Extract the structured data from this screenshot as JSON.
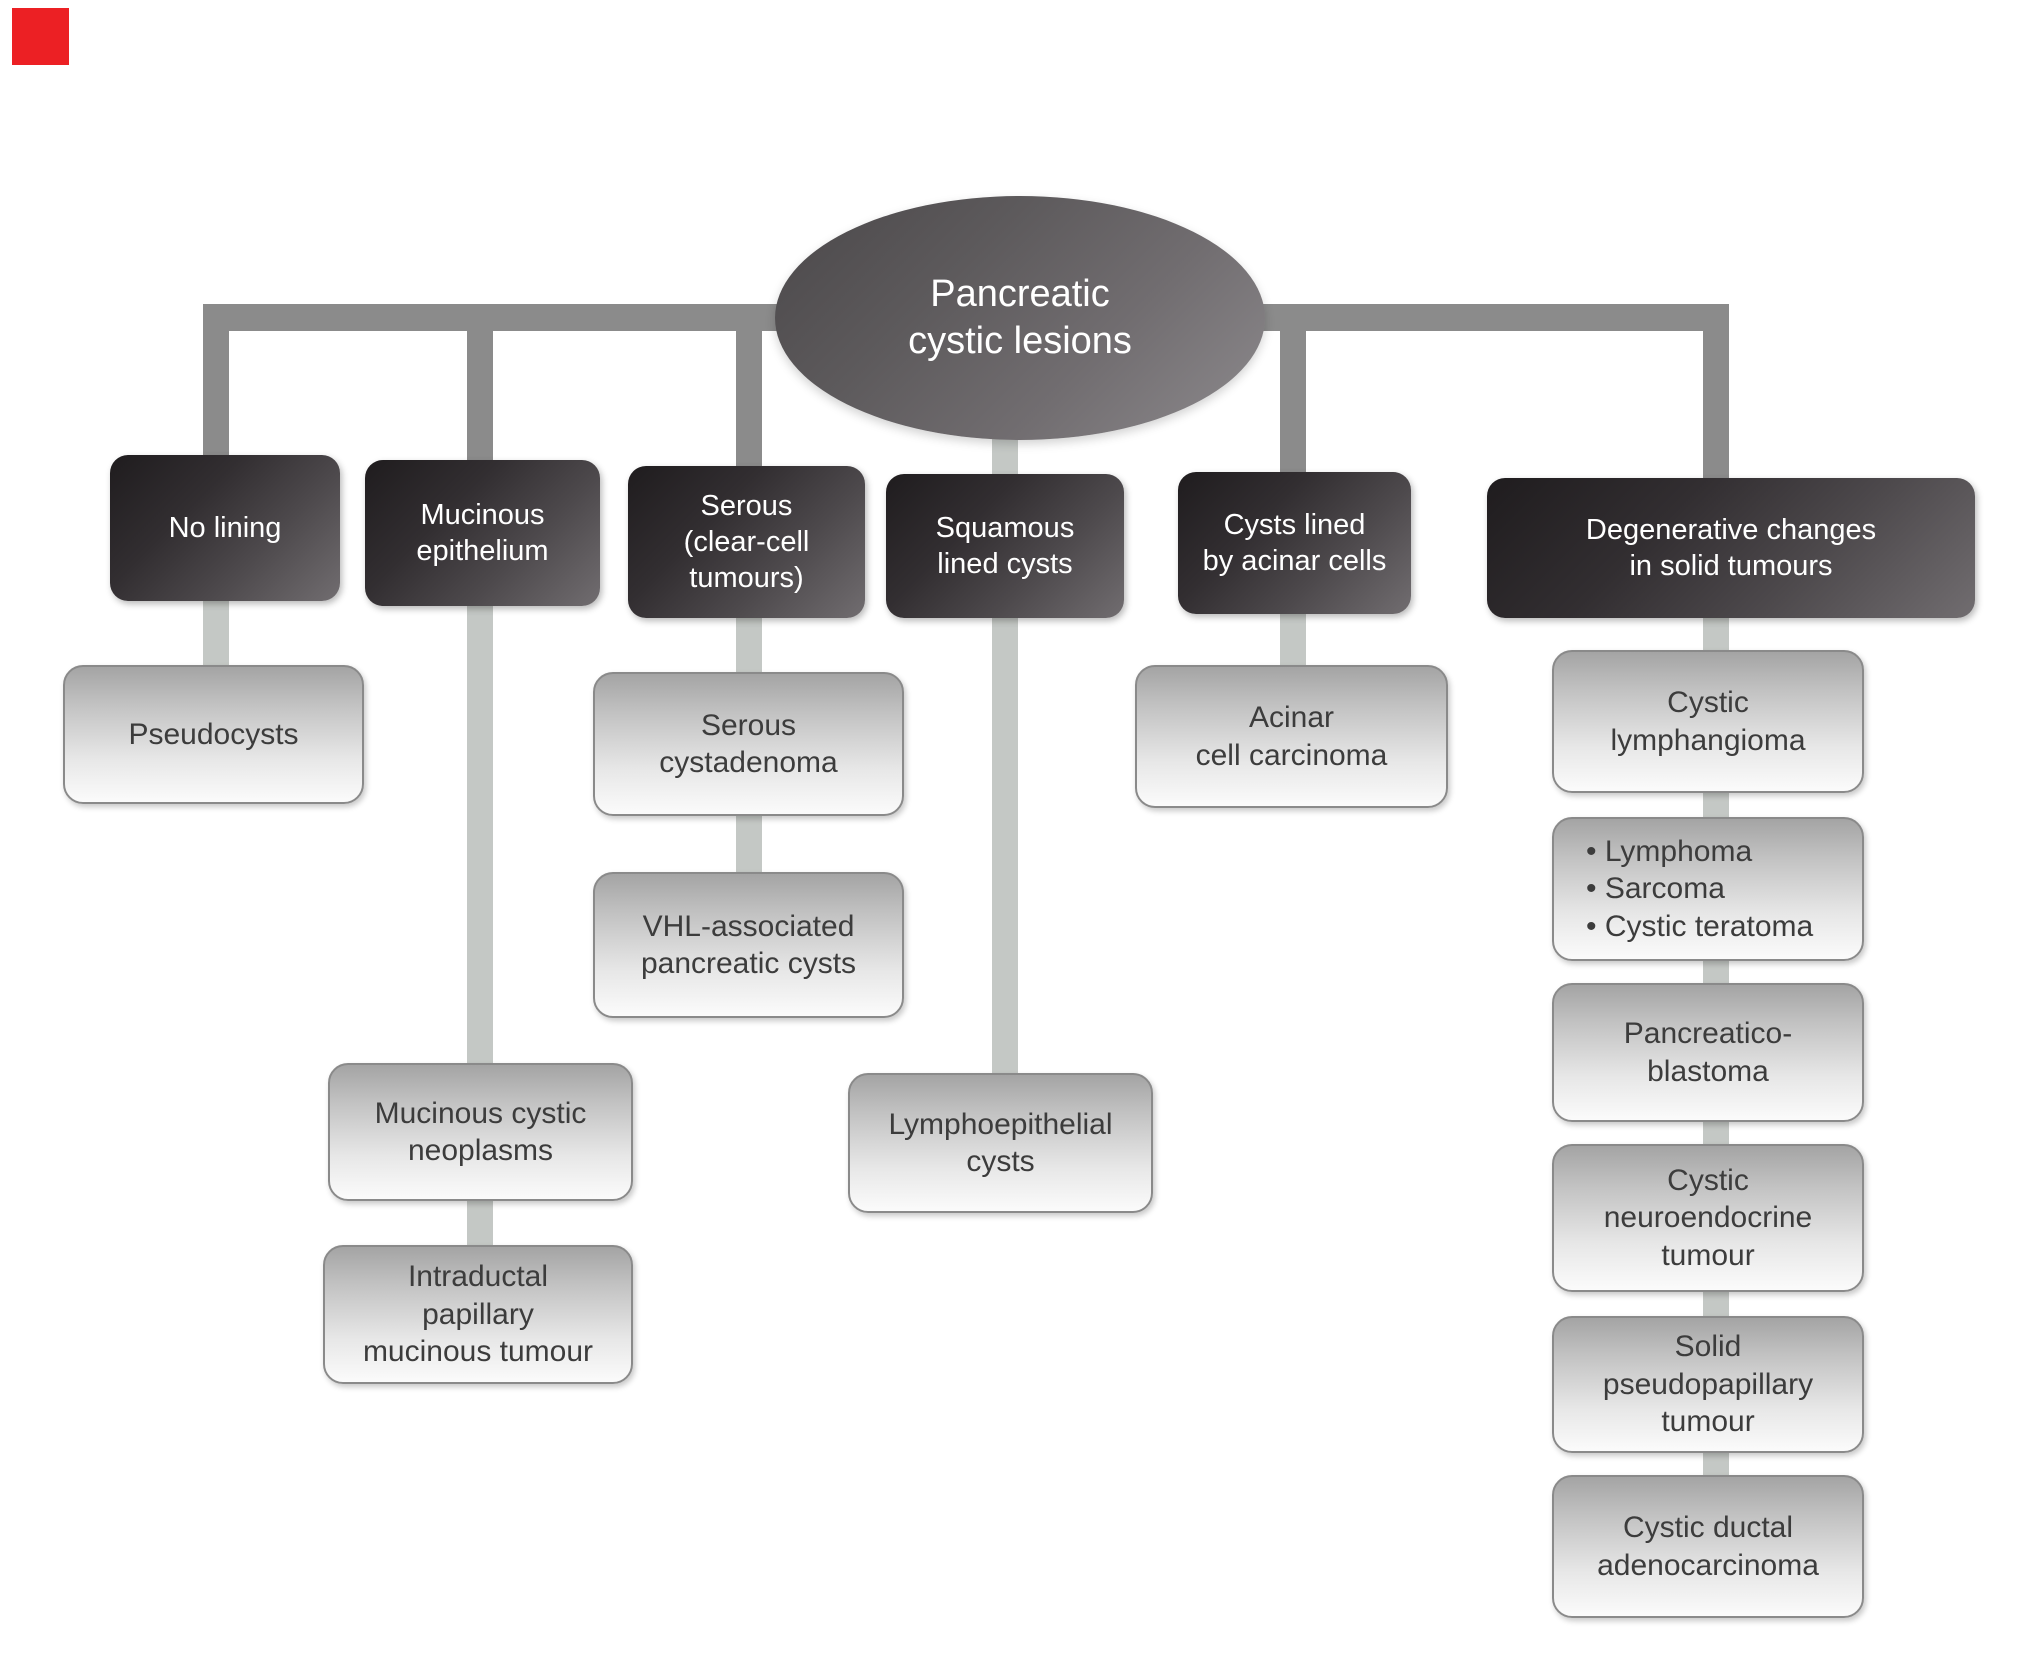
{
  "figure": {
    "type": "hierarchy-diagram",
    "title": "Pancreatic cystic lesions classification"
  },
  "colors": {
    "background": "#ffffff",
    "connector_dark": "#8b8b8b",
    "connector_light": "#c4c8c5",
    "node_dark_gradient_start": "#1f1c1e",
    "node_dark_gradient_end": "#716d70",
    "node_light_gradient_top": "#a4a4a4",
    "node_light_gradient_bottom": "#fbfbfb",
    "node_light_border": "#8a8a8a",
    "text_on_dark": "#ffffff",
    "text_on_light": "#3c3c3c",
    "corner_marker_red": "#ec2024"
  },
  "root": {
    "label": "Pancreatic\ncystic lesions"
  },
  "branches": [
    {
      "label": "No lining",
      "children": [
        "Pseudocysts"
      ]
    },
    {
      "label": "Mucinous\nepithelium",
      "children": [
        "Mucinous cystic\nneoplasms",
        "Intraductal\npapillary\nmucinous tumour"
      ]
    },
    {
      "label": "Serous\n(clear-cell\ntumours)",
      "children": [
        "Serous\ncystadenoma",
        "VHL-associated\npancreatic cysts"
      ]
    },
    {
      "label": "Squamous\nlined cysts",
      "children": [
        "Lymphoepithelial\ncysts"
      ]
    },
    {
      "label": "Cysts lined\nby acinar cells",
      "children": [
        "Acinar\ncell carcinoma"
      ]
    },
    {
      "label": "Degenerative changes\nin solid tumours",
      "children": [
        "Cystic\nlymphangioma",
        "• Lymphoma\n• Sarcoma\n• Cystic teratoma",
        "Pancreatico-\nblastoma",
        "Cystic\nneuroendocrine\ntumour",
        "Solid\npseudopapillary\ntumour",
        "Cystic ductal\nadenocarcinoma"
      ]
    }
  ]
}
